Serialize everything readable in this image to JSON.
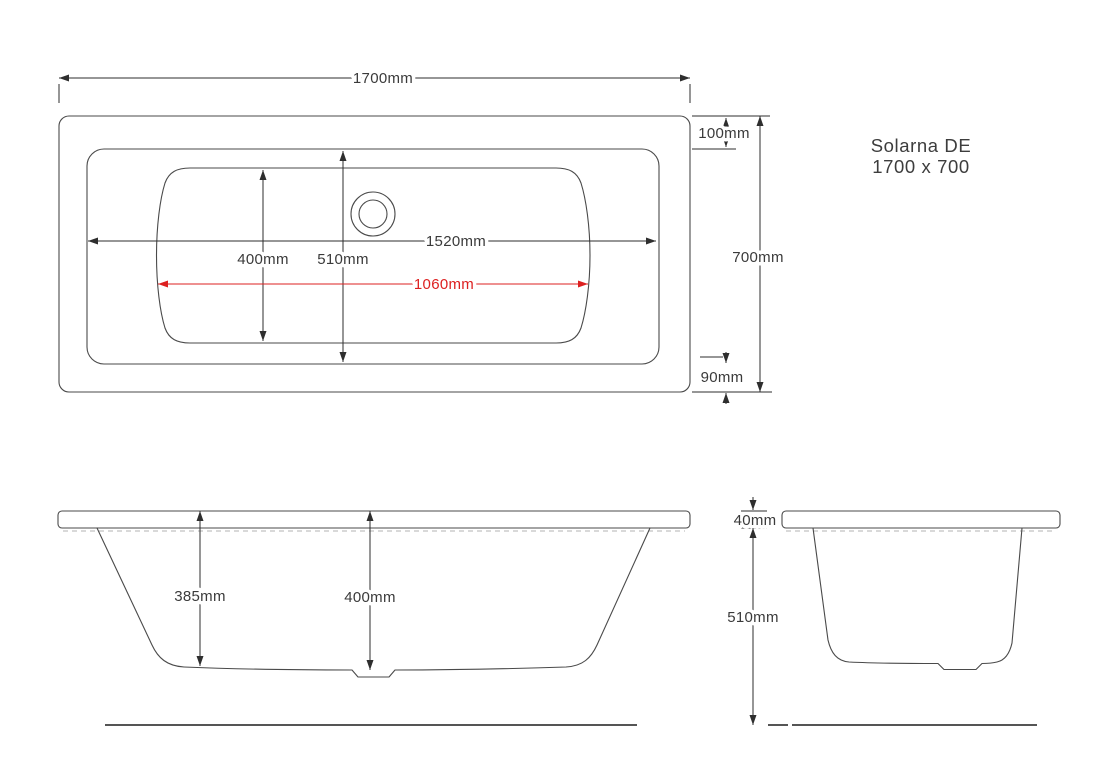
{
  "title": {
    "model": "Solarna DE",
    "size": "1700 x 700"
  },
  "plan": {
    "overall_length": "1700mm",
    "overall_width": "700mm",
    "head_rim_width": "100mm",
    "foot_rim_width": "90mm",
    "inner_length": "1520mm",
    "basin_width": "400mm",
    "inner_width": "510mm",
    "floor_length": "1060mm"
  },
  "side": {
    "inner_depth": "385mm",
    "overall_depth": "400mm"
  },
  "end": {
    "rim_thickness": "40mm",
    "body_height": "510mm"
  },
  "colors": {
    "outline": "#4a4a4a",
    "dimension": "#2e2e2e",
    "highlight_red": "#dd2020",
    "background": "#ffffff"
  }
}
